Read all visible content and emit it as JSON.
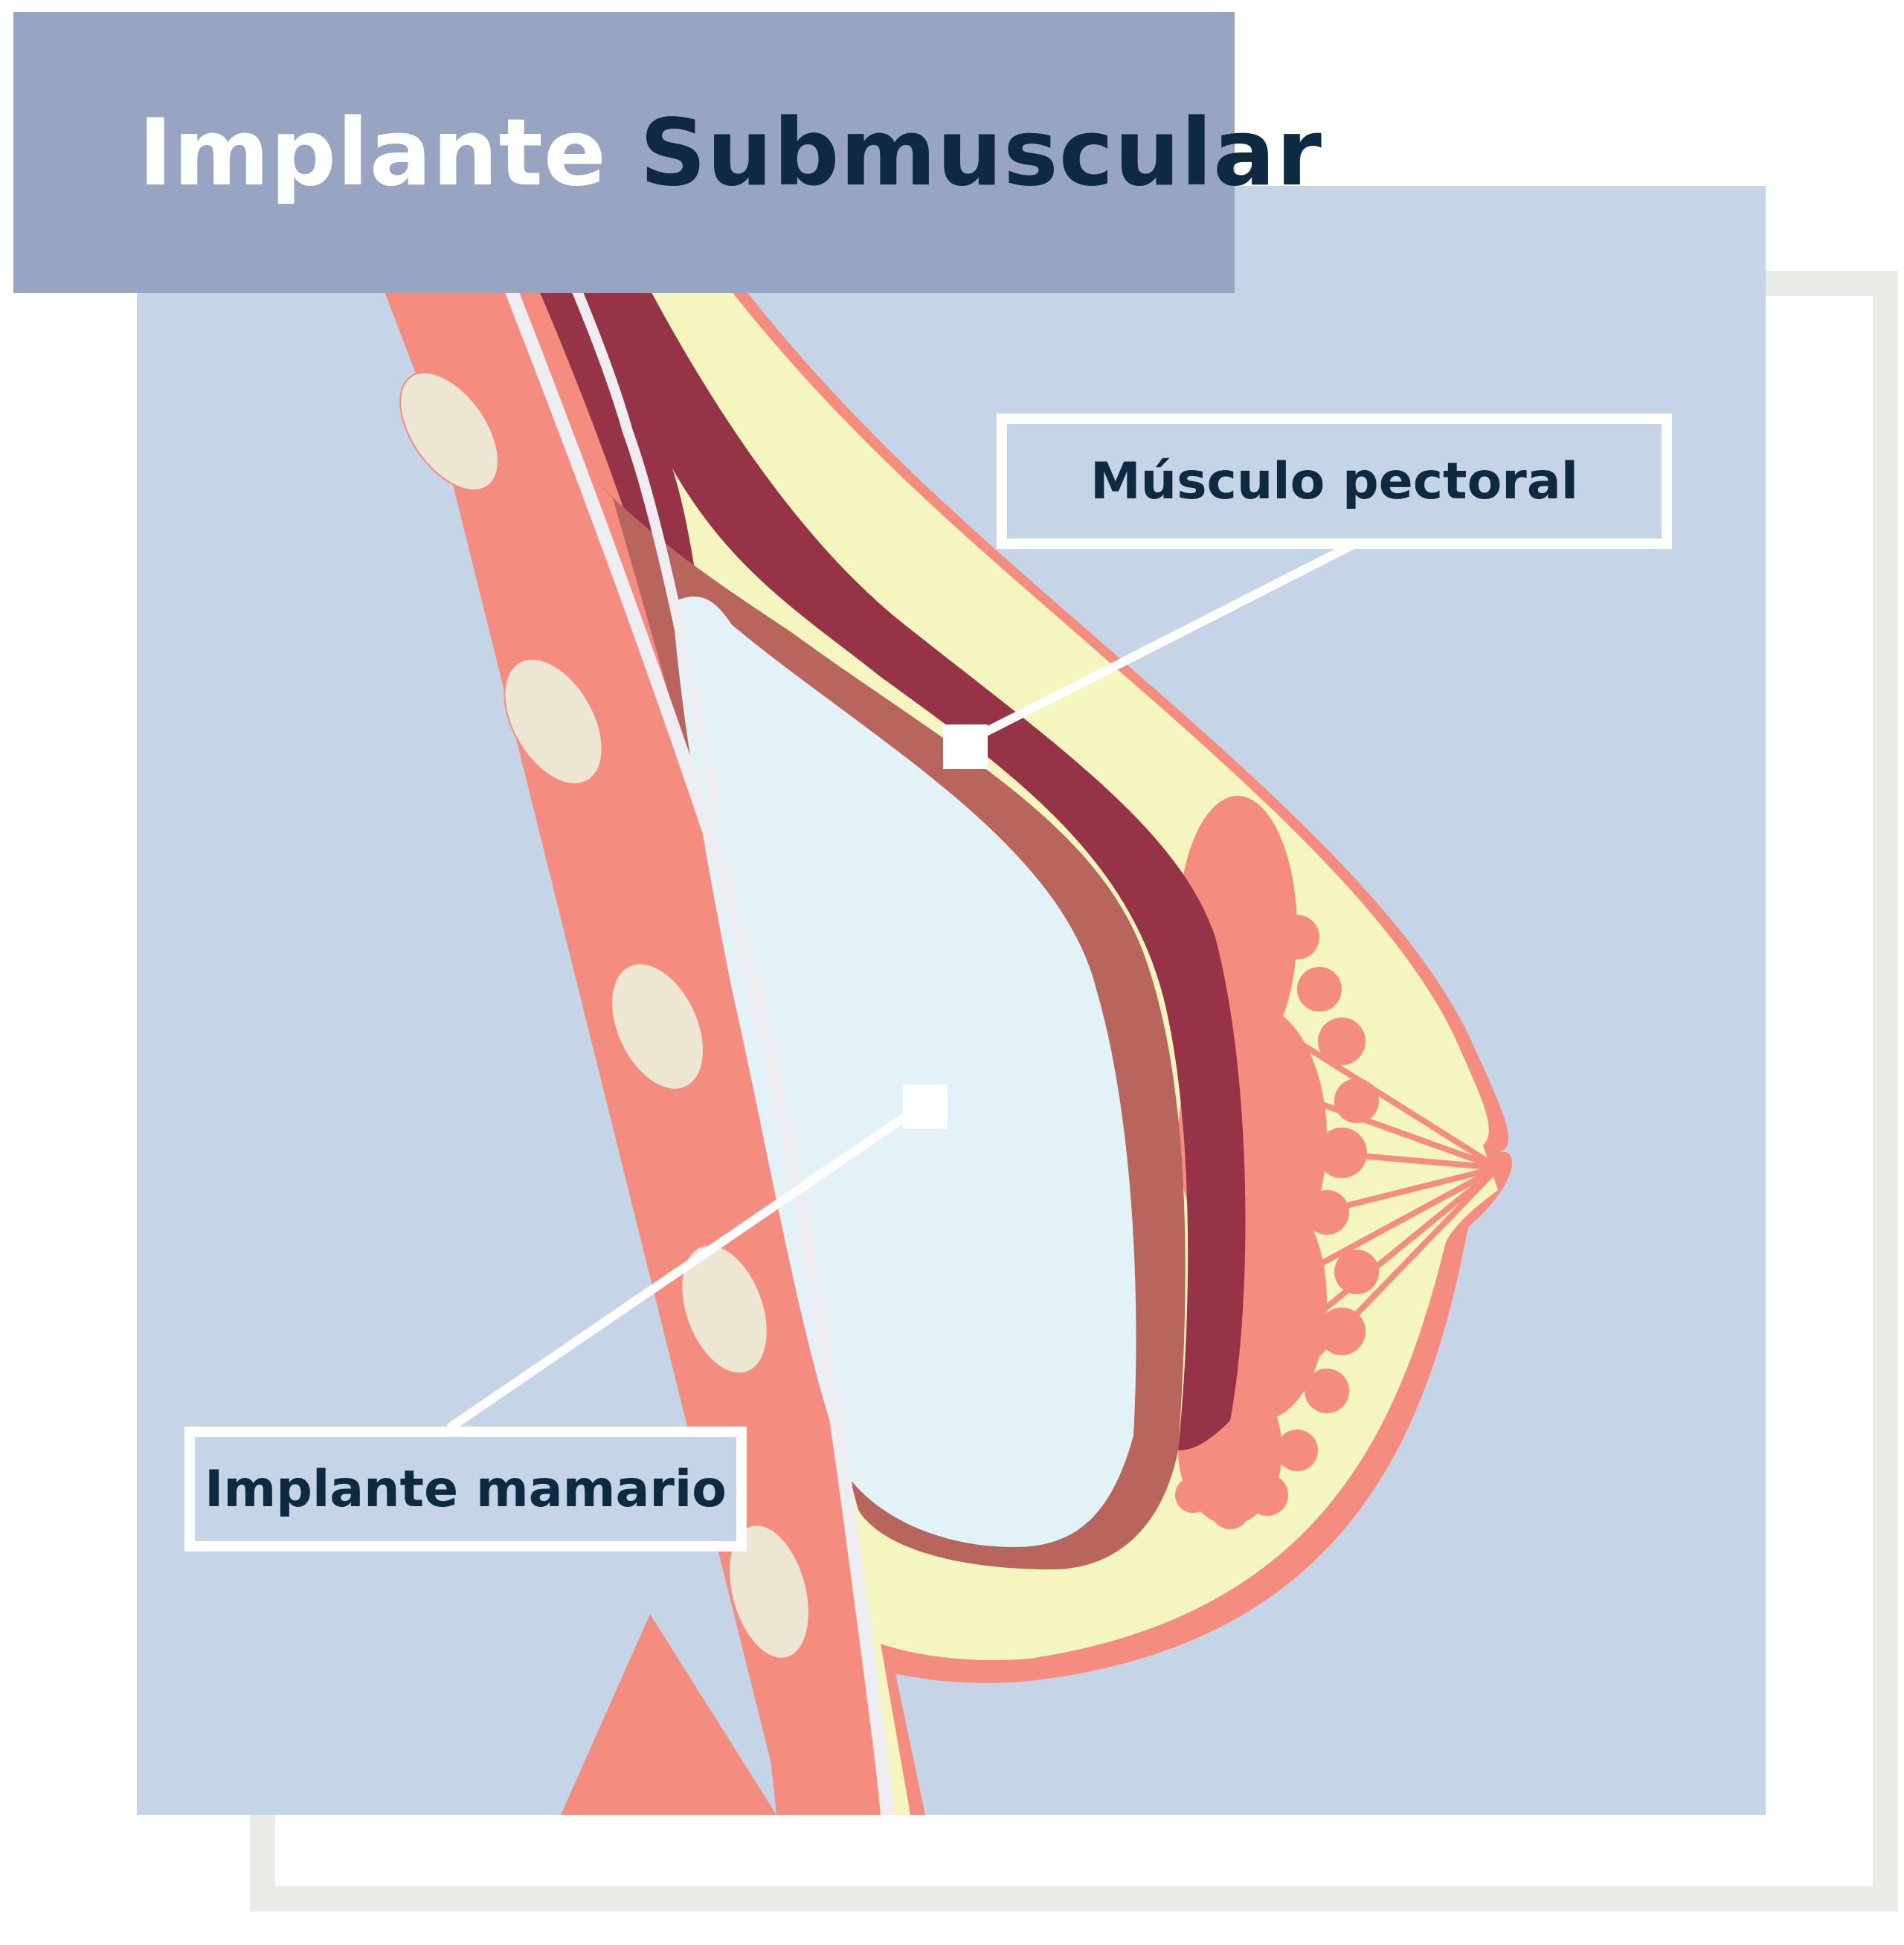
{
  "title": {
    "part1": "Implante",
    "part2": "Submuscular"
  },
  "labels": {
    "musculo": "Músculo pectoral",
    "implante": "Implante mamario"
  },
  "colors": {
    "panel": "#c5d5e7",
    "title_bar": "#97a5c3",
    "title_dark": "#0e2a40",
    "skin": "#f48c80",
    "fat": "#f5f5c0",
    "muscle": "#963347",
    "implant": "#e3f2f7",
    "rib": "#ece6d3",
    "frame": "#e8ebe6"
  }
}
